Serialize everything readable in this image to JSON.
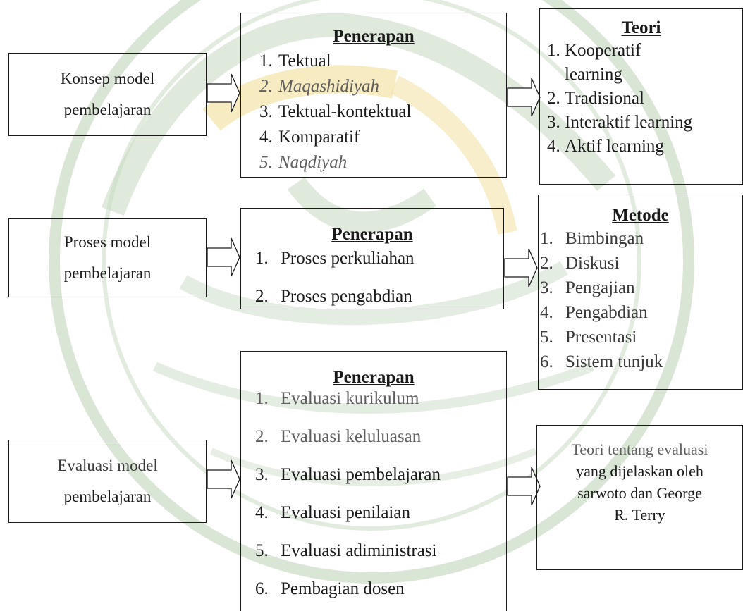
{
  "row1": {
    "left_box": {
      "lines": [
        "Konsep model",
        "pembelajaran"
      ]
    },
    "middle_box": {
      "heading": "Penerapan",
      "items": [
        {
          "num": "1.",
          "text": "Tektual"
        },
        {
          "num": "2.",
          "text": "Maqashidiyah"
        },
        {
          "num": "3.",
          "text": "Tektual-kontektual"
        },
        {
          "num": "4.",
          "text": "Komparatif"
        },
        {
          "num": "5.",
          "text": "Naqdiyah"
        }
      ]
    },
    "right_box": {
      "heading": "Teori",
      "items": [
        {
          "num": "1.",
          "text": "Kooperatif",
          "cont": "learning"
        },
        {
          "num": "2.",
          "text": "Tradisional"
        },
        {
          "num": "3.",
          "text": "Interaktif learning"
        },
        {
          "num": "4.",
          "text": "Aktif learning"
        }
      ]
    }
  },
  "row2": {
    "left_box": {
      "lines": [
        "Proses model",
        "pembelajaran"
      ]
    },
    "middle_box": {
      "heading": "Penerapan",
      "items": [
        {
          "num": "1.",
          "text": "Proses perkuliahan"
        },
        {
          "num": "2.",
          "text": "Proses pengabdian"
        }
      ]
    },
    "right_box": {
      "heading": "Metode",
      "items": [
        {
          "num": "1.",
          "text": "Bimbingan"
        },
        {
          "num": "2.",
          "text": "Diskusi"
        },
        {
          "num": "3.",
          "text": "Pengajian"
        },
        {
          "num": "4.",
          "text": "Pengabdian"
        },
        {
          "num": "5.",
          "text": "Presentasi"
        },
        {
          "num": "6.",
          "text": "Sistem tunjuk"
        }
      ]
    }
  },
  "row3": {
    "left_box": {
      "lines": [
        "Evaluasi model",
        "pembelajaran"
      ]
    },
    "middle_box": {
      "heading": "Penerapan",
      "items": [
        {
          "num": "1.",
          "text": "Evaluasi kurikulum"
        },
        {
          "num": "2.",
          "text": "Evaluasi keluluasan"
        },
        {
          "num": "3.",
          "text": "Evaluasi pembelajaran"
        },
        {
          "num": "4.",
          "text": "Evaluasi penilaian"
        },
        {
          "num": "5.",
          "text": "Evaluasi adiministrasi"
        },
        {
          "num": "6.",
          "text": "Pembagian dosen"
        }
      ]
    },
    "right_box": {
      "lines": [
        "Teori tentang evaluasi",
        "yang dijelaskan oleh",
        "sarwoto dan George",
        "R. Terry"
      ]
    }
  },
  "colors": {
    "text": "#1a1a1a",
    "faded_text": "#5e5e5e",
    "watermark_green": "#c9dcc4",
    "watermark_gold": "#f3e3a8"
  }
}
